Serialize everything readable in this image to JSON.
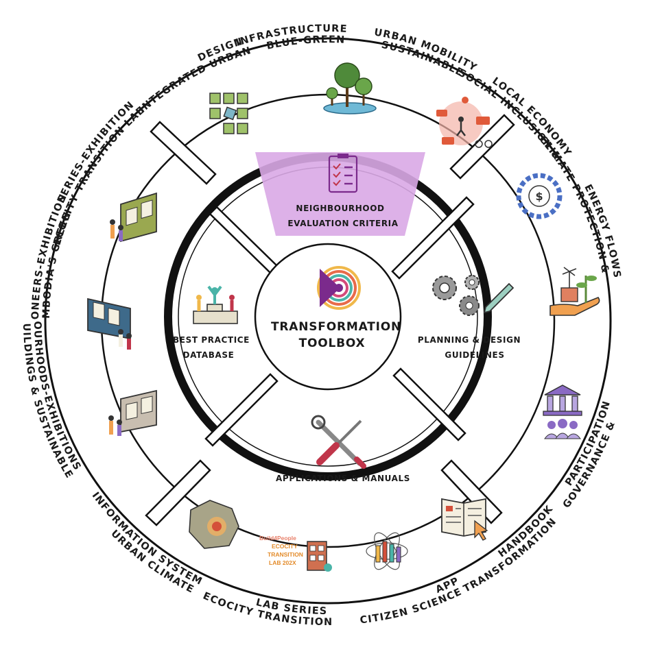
{
  "center": {
    "line1": "TRANSFORMATION",
    "line2": "TOOLBOX"
  },
  "inner_quadrants": {
    "top": {
      "line1": "NEIGHBOURHOOD",
      "line2": "EVALUATION CRITERIA",
      "icon": "checklist-icon",
      "highlight_color": "#d9a8e6"
    },
    "right": {
      "line1": "PLANNING & DESIGN",
      "line2": "GUIDELINES",
      "icon": "gears-pencil-icon"
    },
    "bottom": {
      "line1": "APPLICATIONS & MANUALS",
      "icon": "wrench-screwdriver-icon"
    },
    "left": {
      "line1": "BEST PRACTICE",
      "line2": "DATABASE",
      "icon": "podium-icon"
    }
  },
  "outer_segments": {
    "top": [
      {
        "line1": "INTEGRATED URBAN",
        "line2": "DESIGN",
        "icon": "urban-grid-icon"
      },
      {
        "line1": "BLUE-GREEN",
        "line2": "INFRASTRUCTURE",
        "icon": "trees-water-icon"
      },
      {
        "line1": "SUSTAINABLE",
        "line2": "URBAN MOBILITY",
        "icon": "mobility-icon"
      }
    ],
    "right": [
      {
        "line1": "SOCIAL INCLUSION &",
        "line2": "LOCAL ECONOMY",
        "icon": "dollar-circle-icon"
      },
      {
        "line1": "CLIMATE PROTECTION &",
        "line2": "ENERGY FLOWS",
        "icon": "hand-energy-icon"
      },
      {
        "line1": "GOVERNANCE &",
        "line2": "PARTICIPATION",
        "icon": "institution-people-icon"
      }
    ],
    "bottom": [
      {
        "line1": "URBAN CLIMATE",
        "line2": "INFORMATION SYSTEM",
        "icon": "map-icon"
      },
      {
        "line1": "ECOCITY TRANSITION",
        "line2": "LAB SERIES",
        "icon": "building-badge-icon"
      },
      {
        "line1": "CITIZEN SCIENCE",
        "line2": "APP",
        "icon": "citizen-hands-icon"
      },
      {
        "line1": "TRANSFORMATION",
        "line2": "HANDBOOK",
        "icon": "handbook-icon"
      }
    ],
    "left": [
      {
        "line1": "ECOCITY TRANSITION LAB",
        "line2": "SERIES-EXHIBITION",
        "icon": "exhibition-board-icon"
      },
      {
        "line1": "CAMBODIA'S GREEN",
        "line2": "PIONEERS-EXHIBITION",
        "icon": "exhibition-board-blue-icon"
      },
      {
        "line1": "GREEN BUILDINGS & SUSTAINABLE",
        "line2": "NEIGHBOURHOODS-EXHIBITIONS",
        "icon": "exhibition-board-grey-icon"
      }
    ]
  },
  "badge": {
    "line1": "Build4People",
    "line2": "ECOCITY",
    "line3": "TRANSITION",
    "line4": "LAB 202X"
  },
  "colors": {
    "ring": "#111111",
    "highlight": "#d9a8e6",
    "logo_purple": "#7b2a8c"
  }
}
